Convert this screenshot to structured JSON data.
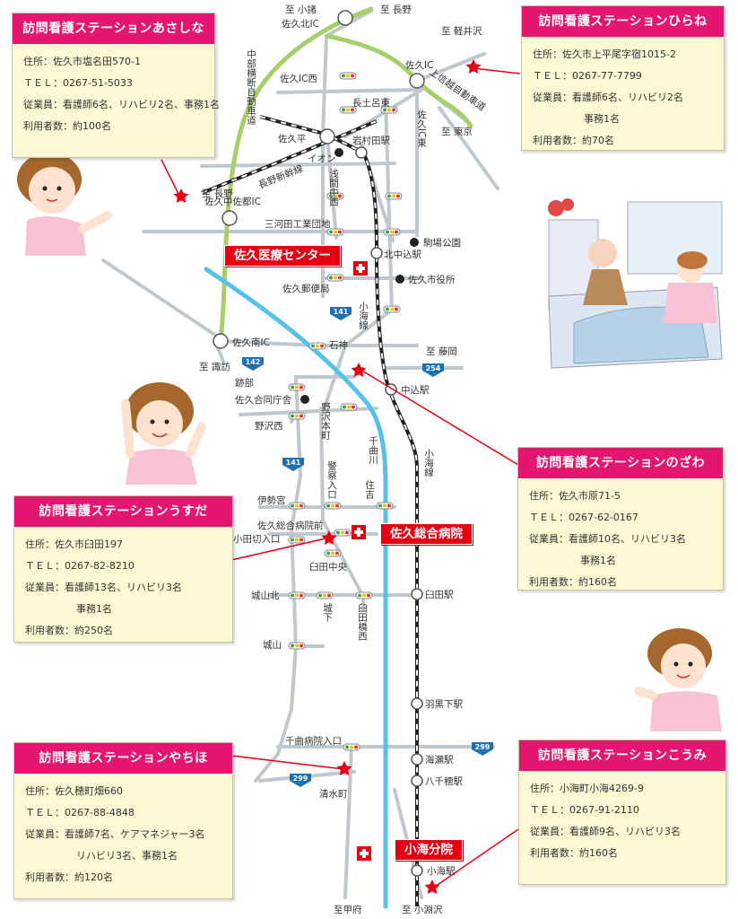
{
  "stations": {
    "asashina": {
      "name": "訪問看護ステーションあさしな",
      "address": "住所：佐久市塩名田570-1",
      "tel": "ＴＥＬ：0267-51-5033",
      "staff": "従業員：看護師6名、リハビリ2名、事務1名",
      "users": "利用者数：約100名"
    },
    "hirane": {
      "name": "訪問看護ステーションひらね",
      "address": "住所：佐久市上平尾字宿1015-2",
      "tel": "ＴＥＬ：0267-77-7799",
      "staff": "従業員：看護師6名、リハビリ2名",
      "staff2": "事務1名",
      "users": "利用者数：約70名"
    },
    "nozawa": {
      "name": "訪問看護ステーションのざわ",
      "address": "住所：佐久市原71-5",
      "tel": "ＴＥＬ：0267-62-0167",
      "staff": "従業員：看護師10名、リハビリ3名",
      "staff2": "事務1名",
      "users": "利用者数：約160名"
    },
    "usuda": {
      "name": "訪問看護ステーションうすだ",
      "address": "住所：佐久市臼田197",
      "tel": "ＴＥＬ：0267-82-8210",
      "staff": "従業員：看護師13名、リハビリ3名",
      "staff2": "事務1名",
      "users": "利用者数：約250名"
    },
    "yachiho": {
      "name": "訪問看護ステーションやちほ",
      "address": "住所：佐久穂町畑660",
      "tel": "ＴＥＬ：0267-88-4848",
      "staff": "従業員：看護師7名、ケアマネジャー3名",
      "staff2": "リハビリ3名、事務1名",
      "users": "利用者数：約120名"
    },
    "koumi": {
      "name": "訪問看護ステーションこうみ",
      "address": "住所：小海町小海4269-9",
      "tel": "ＴＥＬ：0267-91-2110",
      "staff": "従業員：看護師9名、リハビリ3名",
      "users": "利用者数：約160名"
    }
  },
  "hospitals": {
    "medical_center": "佐久医療センター",
    "general": "佐久総合病院",
    "koumi_branch": "小海分院"
  },
  "labels": {
    "to_komoro": "至 小諸",
    "to_nagano_top": "至 長野",
    "to_karuizawa": "至 軽井沢",
    "saku_kita_ic": "佐久北IC",
    "saku_ic": "佐久IC",
    "saku_ic_nishi": "佐久IC西",
    "nagatsuro_higashi": "長土呂東",
    "saku_ic_higashi": "佐久IC東",
    "to_tokyo": "至 東京",
    "sakudaira": "佐久平",
    "iwamurada_eki": "岩村田駅",
    "aeon": "イオン",
    "to_nagano_left": "至 長野",
    "saku_nakasakura_ic": "佐久中佐都IC",
    "asama_naka_nishi": "浅間中西",
    "mikawada": "三河田工業団地",
    "komagata_park": "駒場公園",
    "kitanakagomi_eki": "北中込駅",
    "saku_yubinkyoku": "佐久郵便局",
    "saku_shiyakusho": "佐久市役所",
    "koumi_sen_1": "小海線",
    "ishigami": "石神",
    "saku_minami_ic": "佐久南IC",
    "to_fujioka": "至 藤岡",
    "to_suwa": "至 諏訪",
    "atobe": "跡部",
    "saku_godo_chosha": "佐久合同庁舎",
    "nakagomi_eki": "中込駅",
    "nozawa_nishi": "野沢西",
    "nozawa_honmachi": "野沢本町",
    "chikuma_gawa": "千曲川",
    "koumi_sen_2": "小海線",
    "keisatsu_iriguchi": "警察入口",
    "sumiyoshi": "住吉",
    "isemiya": "伊勢宮",
    "saku_sogo_byoin_mae": "佐久総合病院前",
    "kotagiri_iriguchi": "小田切入口",
    "usuda_chuo": "臼田中央",
    "joyama_kita": "城山北",
    "joge": "城下",
    "usuda_hashi_nishi": "臼田橋西",
    "usuda_eki": "臼田駅",
    "joyama": "城山",
    "haguroshita_eki": "羽黒下駅",
    "chikuma_byoin_iriguchi": "千曲病院入口",
    "unose_eki": "海瀬駅",
    "yachiho_eki": "八千穂駅",
    "shimizu_machi": "清水町",
    "koumi_eki": "小海駅",
    "to_kofu": "至甲府",
    "to_kobuchisawa": "至 小淵沢",
    "chubu_yokodan": "中部横断自動車道",
    "joshinetsu": "上信越自動車道",
    "nagano_shinkansen": "長野新幹線",
    "r141_a": "141",
    "r141_b": "141",
    "r142": "142",
    "r254": "254",
    "r299_a": "299",
    "r299_b": "299"
  },
  "colors": {
    "header_pink": "#e4166f",
    "box_bg": "#fbf8d3",
    "hospital_red": "#e60012",
    "expressway_green": "#a6cf6b",
    "river_blue": "#56c2e8",
    "road_gray": "#bfc7cf",
    "star_red": "#e60012",
    "route_sign_blue": "#1f6fb3"
  }
}
